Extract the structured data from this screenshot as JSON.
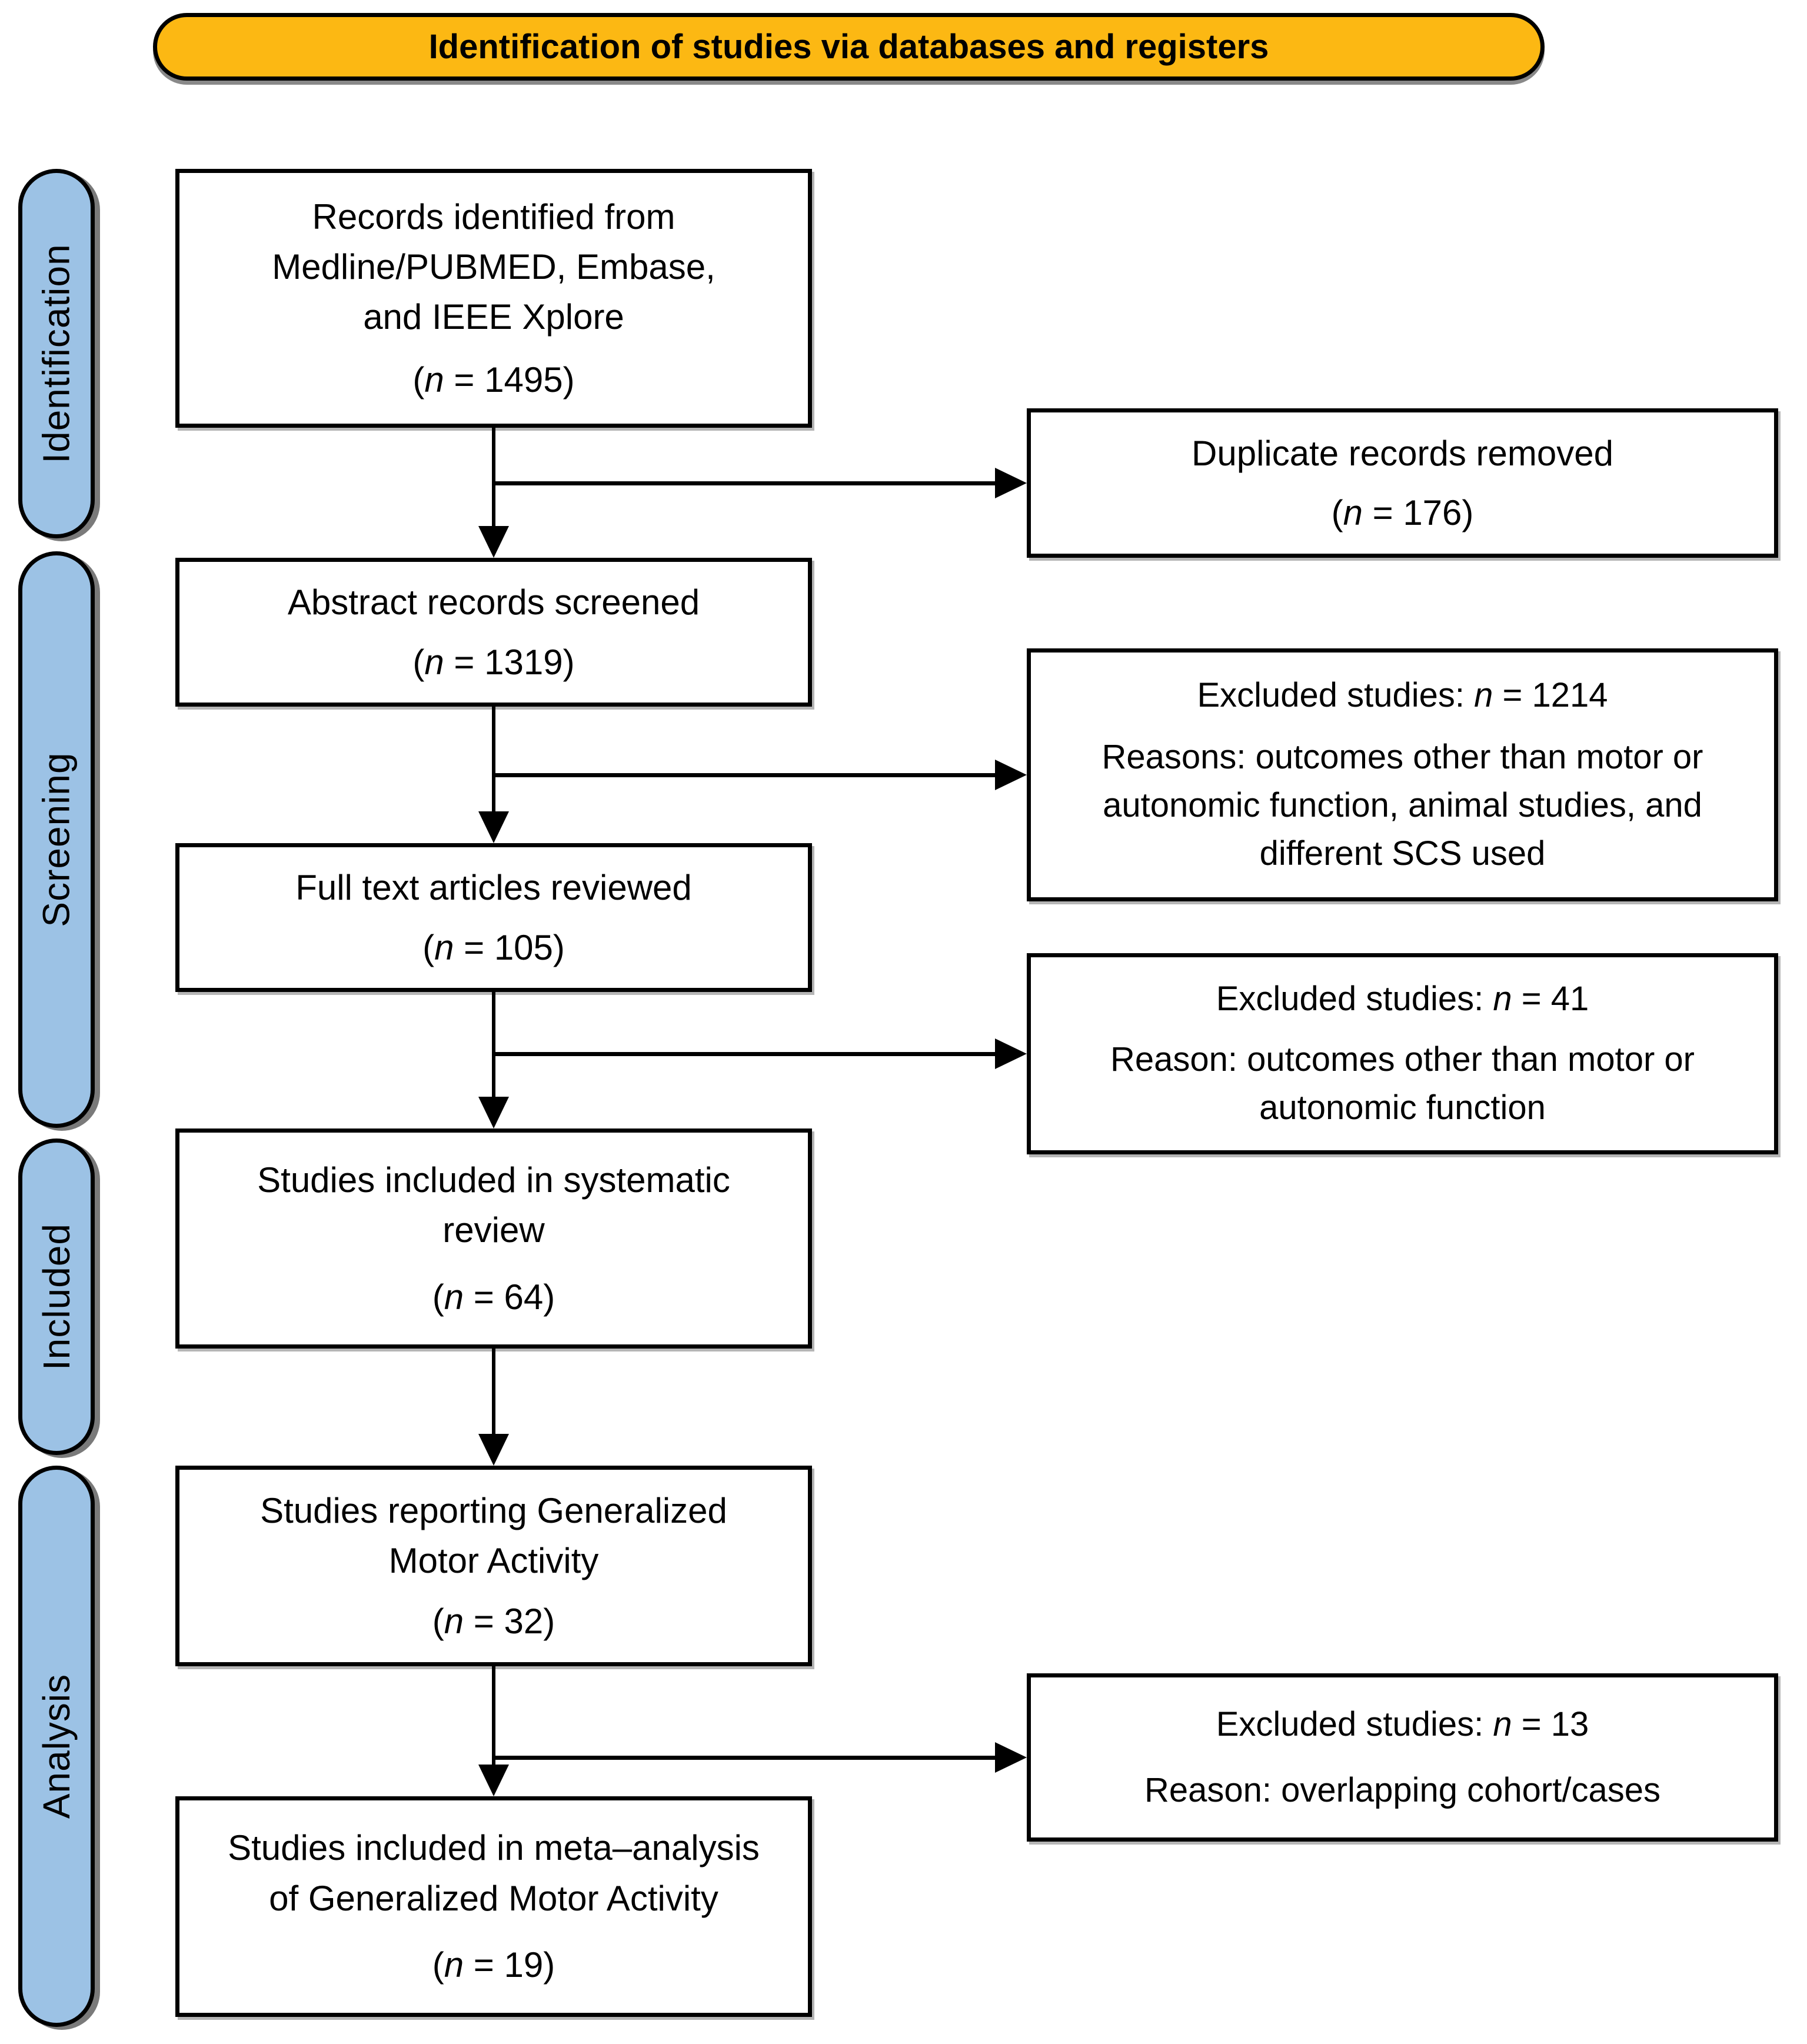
{
  "banner": {
    "title": "Identification of studies via databases and registers"
  },
  "stages": [
    {
      "label": "Identification"
    },
    {
      "label": "Screening"
    },
    {
      "label": "Included"
    },
    {
      "label": "Analysis"
    }
  ],
  "flow_boxes": [
    {
      "lines": [
        "Records identified from",
        "Medline/PUBMED, Embase,",
        "and IEEE Xplore"
      ],
      "n_line": "(n = 1495)"
    },
    {
      "lines": [
        "Abstract records screened"
      ],
      "n_line": "(n = 1319)"
    },
    {
      "lines": [
        "Full text articles reviewed"
      ],
      "n_line": "(n = 105)"
    },
    {
      "lines": [
        "Studies included in systematic",
        "review"
      ],
      "n_line": "(n = 64)"
    },
    {
      "lines": [
        "Studies reporting Generalized",
        "Motor Activity"
      ],
      "n_line": "(n = 32)"
    },
    {
      "lines": [
        "Studies included in meta–analysis",
        "of Generalized Motor Activity"
      ],
      "n_line": "(n = 19)"
    }
  ],
  "exclusion_boxes": [
    {
      "title": "Duplicate records removed",
      "n_line": "(n = 176)",
      "reason": ""
    },
    {
      "title": "Excluded studies: n = 1214",
      "reason": "Reasons: outcomes other than motor or autonomic function, animal studies, and different SCS used"
    },
    {
      "title": "Excluded studies: n = 41",
      "reason": "Reason: outcomes other than motor or autonomic function"
    },
    {
      "title": "Excluded studies: n = 13",
      "reason": "Reason: overlapping cohort/cases"
    }
  ],
  "colors": {
    "banner_bg": "#FCB813",
    "stage_bg": "#9CC2E5",
    "border": "#000000"
  }
}
